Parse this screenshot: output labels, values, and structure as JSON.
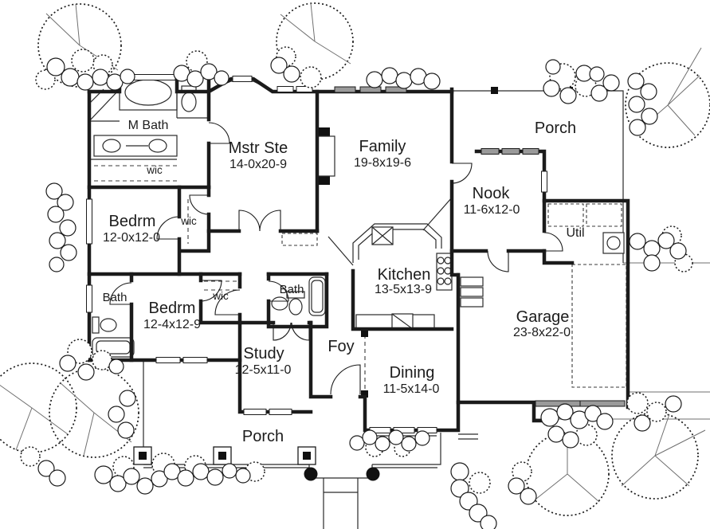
{
  "drawing": {
    "kind": "house-floor-plan",
    "background_color": "#ffffff",
    "ink_color": "#1b1b1b",
    "window_band_color": "#9a9a9a"
  },
  "rooms": [
    {
      "id": "m-bath",
      "label": "M Bath",
      "dims": ""
    },
    {
      "id": "wic-master",
      "label": "wic",
      "dims": ""
    },
    {
      "id": "master-suite",
      "label": "Mstr Ste",
      "dims": "14-0x20-9"
    },
    {
      "id": "family",
      "label": "Family",
      "dims": "19-8x19-6"
    },
    {
      "id": "porch-rear",
      "label": "Porch",
      "dims": ""
    },
    {
      "id": "nook",
      "label": "Nook",
      "dims": "11-6x12-0"
    },
    {
      "id": "utility",
      "label": "Util",
      "dims": ""
    },
    {
      "id": "bedroom-2",
      "label": "Bedrm",
      "dims": "12-0x12-0"
    },
    {
      "id": "wic-bedroom-2",
      "label": "wic",
      "dims": ""
    },
    {
      "id": "bath-hall",
      "label": "Bath",
      "dims": ""
    },
    {
      "id": "bedroom-3",
      "label": "Bedrm",
      "dims": "12-4x12-9"
    },
    {
      "id": "wic-bedroom-3",
      "label": "wic",
      "dims": ""
    },
    {
      "id": "bath-2",
      "label": "Bath",
      "dims": ""
    },
    {
      "id": "kitchen",
      "label": "Kitchen",
      "dims": "13-5x13-9"
    },
    {
      "id": "garage",
      "label": "Garage",
      "dims": "23-8x22-0"
    },
    {
      "id": "study",
      "label": "Study",
      "dims": "12-5x11-0"
    },
    {
      "id": "foyer",
      "label": "Foy",
      "dims": ""
    },
    {
      "id": "dining",
      "label": "Dining",
      "dims": "11-5x14-0"
    },
    {
      "id": "porch-front",
      "label": "Porch",
      "dims": ""
    }
  ]
}
